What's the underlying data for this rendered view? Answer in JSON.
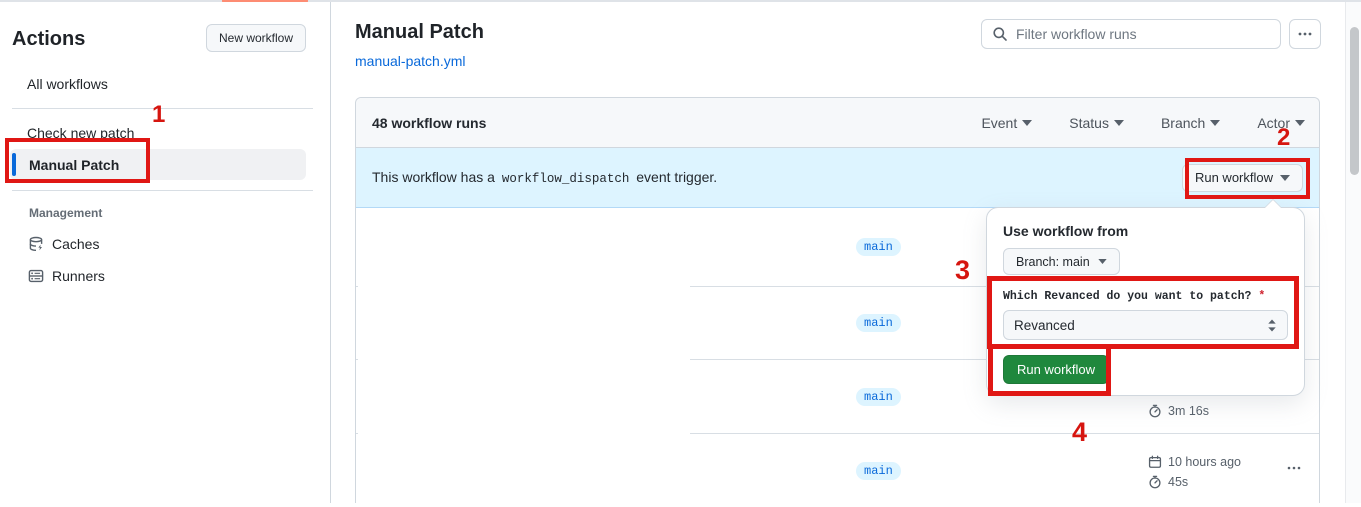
{
  "sidebar": {
    "title": "Actions",
    "new_workflow_button": "New workflow",
    "items": [
      {
        "label": "All workflows"
      },
      {
        "label": "Check new patch"
      },
      {
        "label": "Manual Patch",
        "selected": true
      }
    ],
    "management": {
      "heading": "Management",
      "items": [
        {
          "label": "Caches",
          "icon": "cache-database-icon"
        },
        {
          "label": "Runners",
          "icon": "runners-server-icon"
        }
      ]
    }
  },
  "header": {
    "title": "Manual Patch",
    "workflow_file_link": "manual-patch.yml",
    "search_placeholder": "Filter workflow runs",
    "more_options_icon": "kebab-horizontal-icon"
  },
  "table": {
    "runs_count": "48 workflow runs",
    "filters": [
      {
        "label": "Event"
      },
      {
        "label": "Status"
      },
      {
        "label": "Branch"
      },
      {
        "label": "Actor"
      }
    ],
    "banner": {
      "text_before": "This workflow has a",
      "code": "workflow_dispatch",
      "text_after": "event trigger.",
      "run_workflow_button": "Run workflow"
    },
    "rows": [
      {
        "branch": "main"
      },
      {
        "branch": "main"
      },
      {
        "branch": "main",
        "duration": "3m 16s"
      },
      {
        "branch": "main",
        "date": "10 hours ago",
        "duration": "45s"
      }
    ]
  },
  "dropdown": {
    "heading": "Use workflow from",
    "branch_button": "Branch: main",
    "input_label": "Which Revanced do you want to patch?",
    "required_mark": "*",
    "input_value": "Revanced",
    "run_button": "Run workflow"
  },
  "annotations": {
    "step1": "1",
    "step2": "2",
    "step3": "3",
    "step4": "4"
  },
  "colors": {
    "annotation_red": "#e01714",
    "accent_blue": "#0969da",
    "banner_background": "#ddf4ff",
    "branch_badge_background": "#ddf4ff",
    "branch_badge_text": "#0a69da",
    "primary_green": "#1f883d",
    "selected_tab_orange": "#fd8c73",
    "border_gray": "#d0d7de"
  },
  "icons": [
    "search-icon",
    "kebab-horizontal-icon",
    "caret-down-icon",
    "chevron-up-down-icon",
    "calendar-icon",
    "stopwatch-icon",
    "cache-database-icon",
    "runners-server-icon"
  ]
}
